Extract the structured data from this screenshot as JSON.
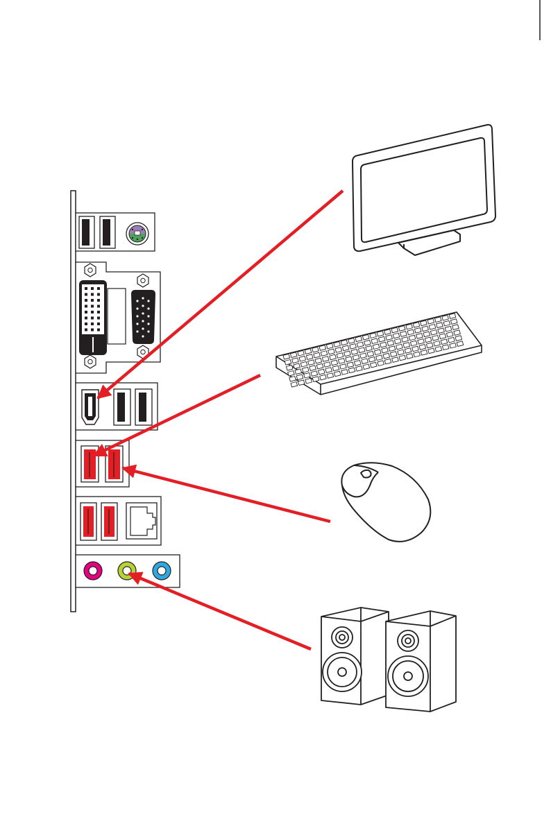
{
  "page": {
    "number": ""
  },
  "colors": {
    "line": "#231f20",
    "arrow": "#e31e24",
    "usb3_port": "#e31e24",
    "usb2_port": "#231f20",
    "ps2_purple": "#9b7fb6",
    "ps2_green": "#4da35e",
    "audio_pink": "#e4007f",
    "audio_lime": "#b5d334",
    "audio_blue": "#2fa8e0",
    "background": "#ffffff"
  },
  "io_panel": {
    "connectors": [
      "usb2-port-1",
      "usb2-port-2",
      "ps2-combo-port",
      "dvi-d-port",
      "vga-port",
      "hdmi-port",
      "usb2-port-3",
      "usb2-port-4",
      "usb3-port-1",
      "usb3-port-2",
      "usb3-port-3",
      "usb3-port-4",
      "lan-port",
      "line-in-jack",
      "line-out-jack",
      "mic-in-jack"
    ]
  },
  "devices": [
    "monitor",
    "keyboard",
    "mouse",
    "speakers"
  ],
  "connections": [
    {
      "from": "monitor",
      "to": "hdmi-port"
    },
    {
      "from": "keyboard",
      "to": "usb3-port-1"
    },
    {
      "from": "mouse",
      "to": "usb3-port-2"
    },
    {
      "from": "speakers",
      "to": "line-out-jack"
    }
  ]
}
